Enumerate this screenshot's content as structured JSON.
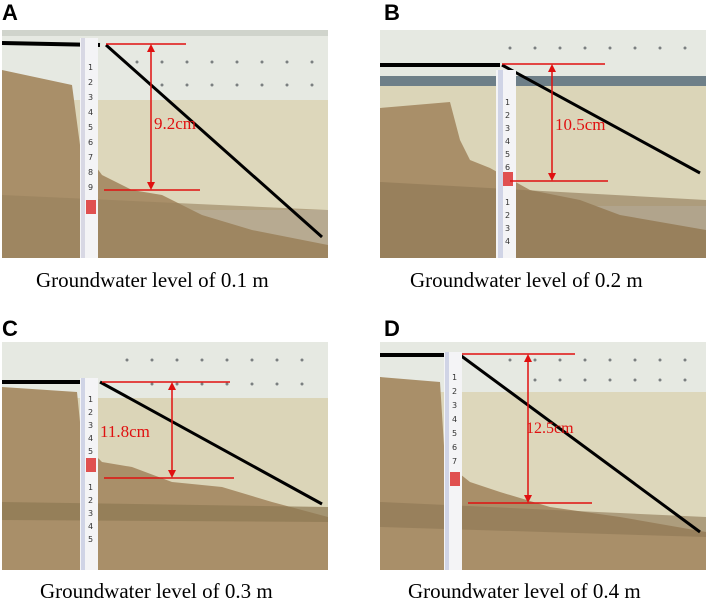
{
  "figure": {
    "panels": [
      {
        "letter": "A",
        "measurement": "9.2cm",
        "caption": "Groundwater level of 0.1 m"
      },
      {
        "letter": "B",
        "measurement": "10.5cm",
        "caption": "Groundwater level of 0.2 m"
      },
      {
        "letter": "C",
        "measurement": "11.8cm",
        "caption": "Groundwater level of 0.3 m"
      },
      {
        "letter": "D",
        "measurement": "12.5cm",
        "caption": "Groundwater level of 0.4 m"
      }
    ],
    "colors": {
      "annotation": "#e01010",
      "slope_line": "#000000",
      "sand": "#a08a66",
      "water": "#d9d3b6",
      "background_wall": "#e8ebe4"
    }
  }
}
